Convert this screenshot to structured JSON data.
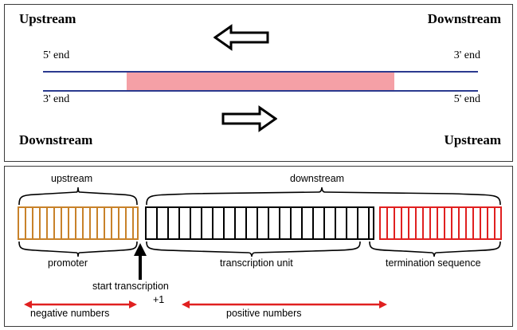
{
  "panel1": {
    "labels": {
      "upstream_top_left": "Upstream",
      "downstream_top_right": "Downstream",
      "downstream_bottom_left": "Downstream",
      "upstream_bottom_right": "Upstream",
      "five_prime_top": "5' end",
      "three_prime_top": "3' end",
      "three_prime_bottom": "3' end",
      "five_prime_bottom": "5' end"
    },
    "arrows": {
      "top_arrow_direction": "left",
      "bottom_arrow_direction": "right"
    },
    "colors": {
      "strand_line": "#2b3a8f",
      "gene_region_fill": "#f5a0a6",
      "border": "#3a3a3a"
    }
  },
  "panel2": {
    "top_labels": {
      "upstream": "upstream",
      "downstream": "downstream"
    },
    "segments": [
      {
        "name": "promoter",
        "label": "promoter",
        "color": "#c8822a",
        "ticks": 17
      },
      {
        "name": "transcription-unit",
        "label": "transcription unit",
        "color": "#000000",
        "ticks": 20
      },
      {
        "name": "termination-sequence",
        "label": "termination sequence",
        "color": "#e02020",
        "ticks": 17
      }
    ],
    "start": {
      "label": "start transcription",
      "position_label": "+1"
    },
    "numbering": {
      "negative": "negative numbers",
      "positive": "positive numbers",
      "arrow_color": "#e02020"
    },
    "colors": {
      "border": "#3a3a3a"
    }
  }
}
